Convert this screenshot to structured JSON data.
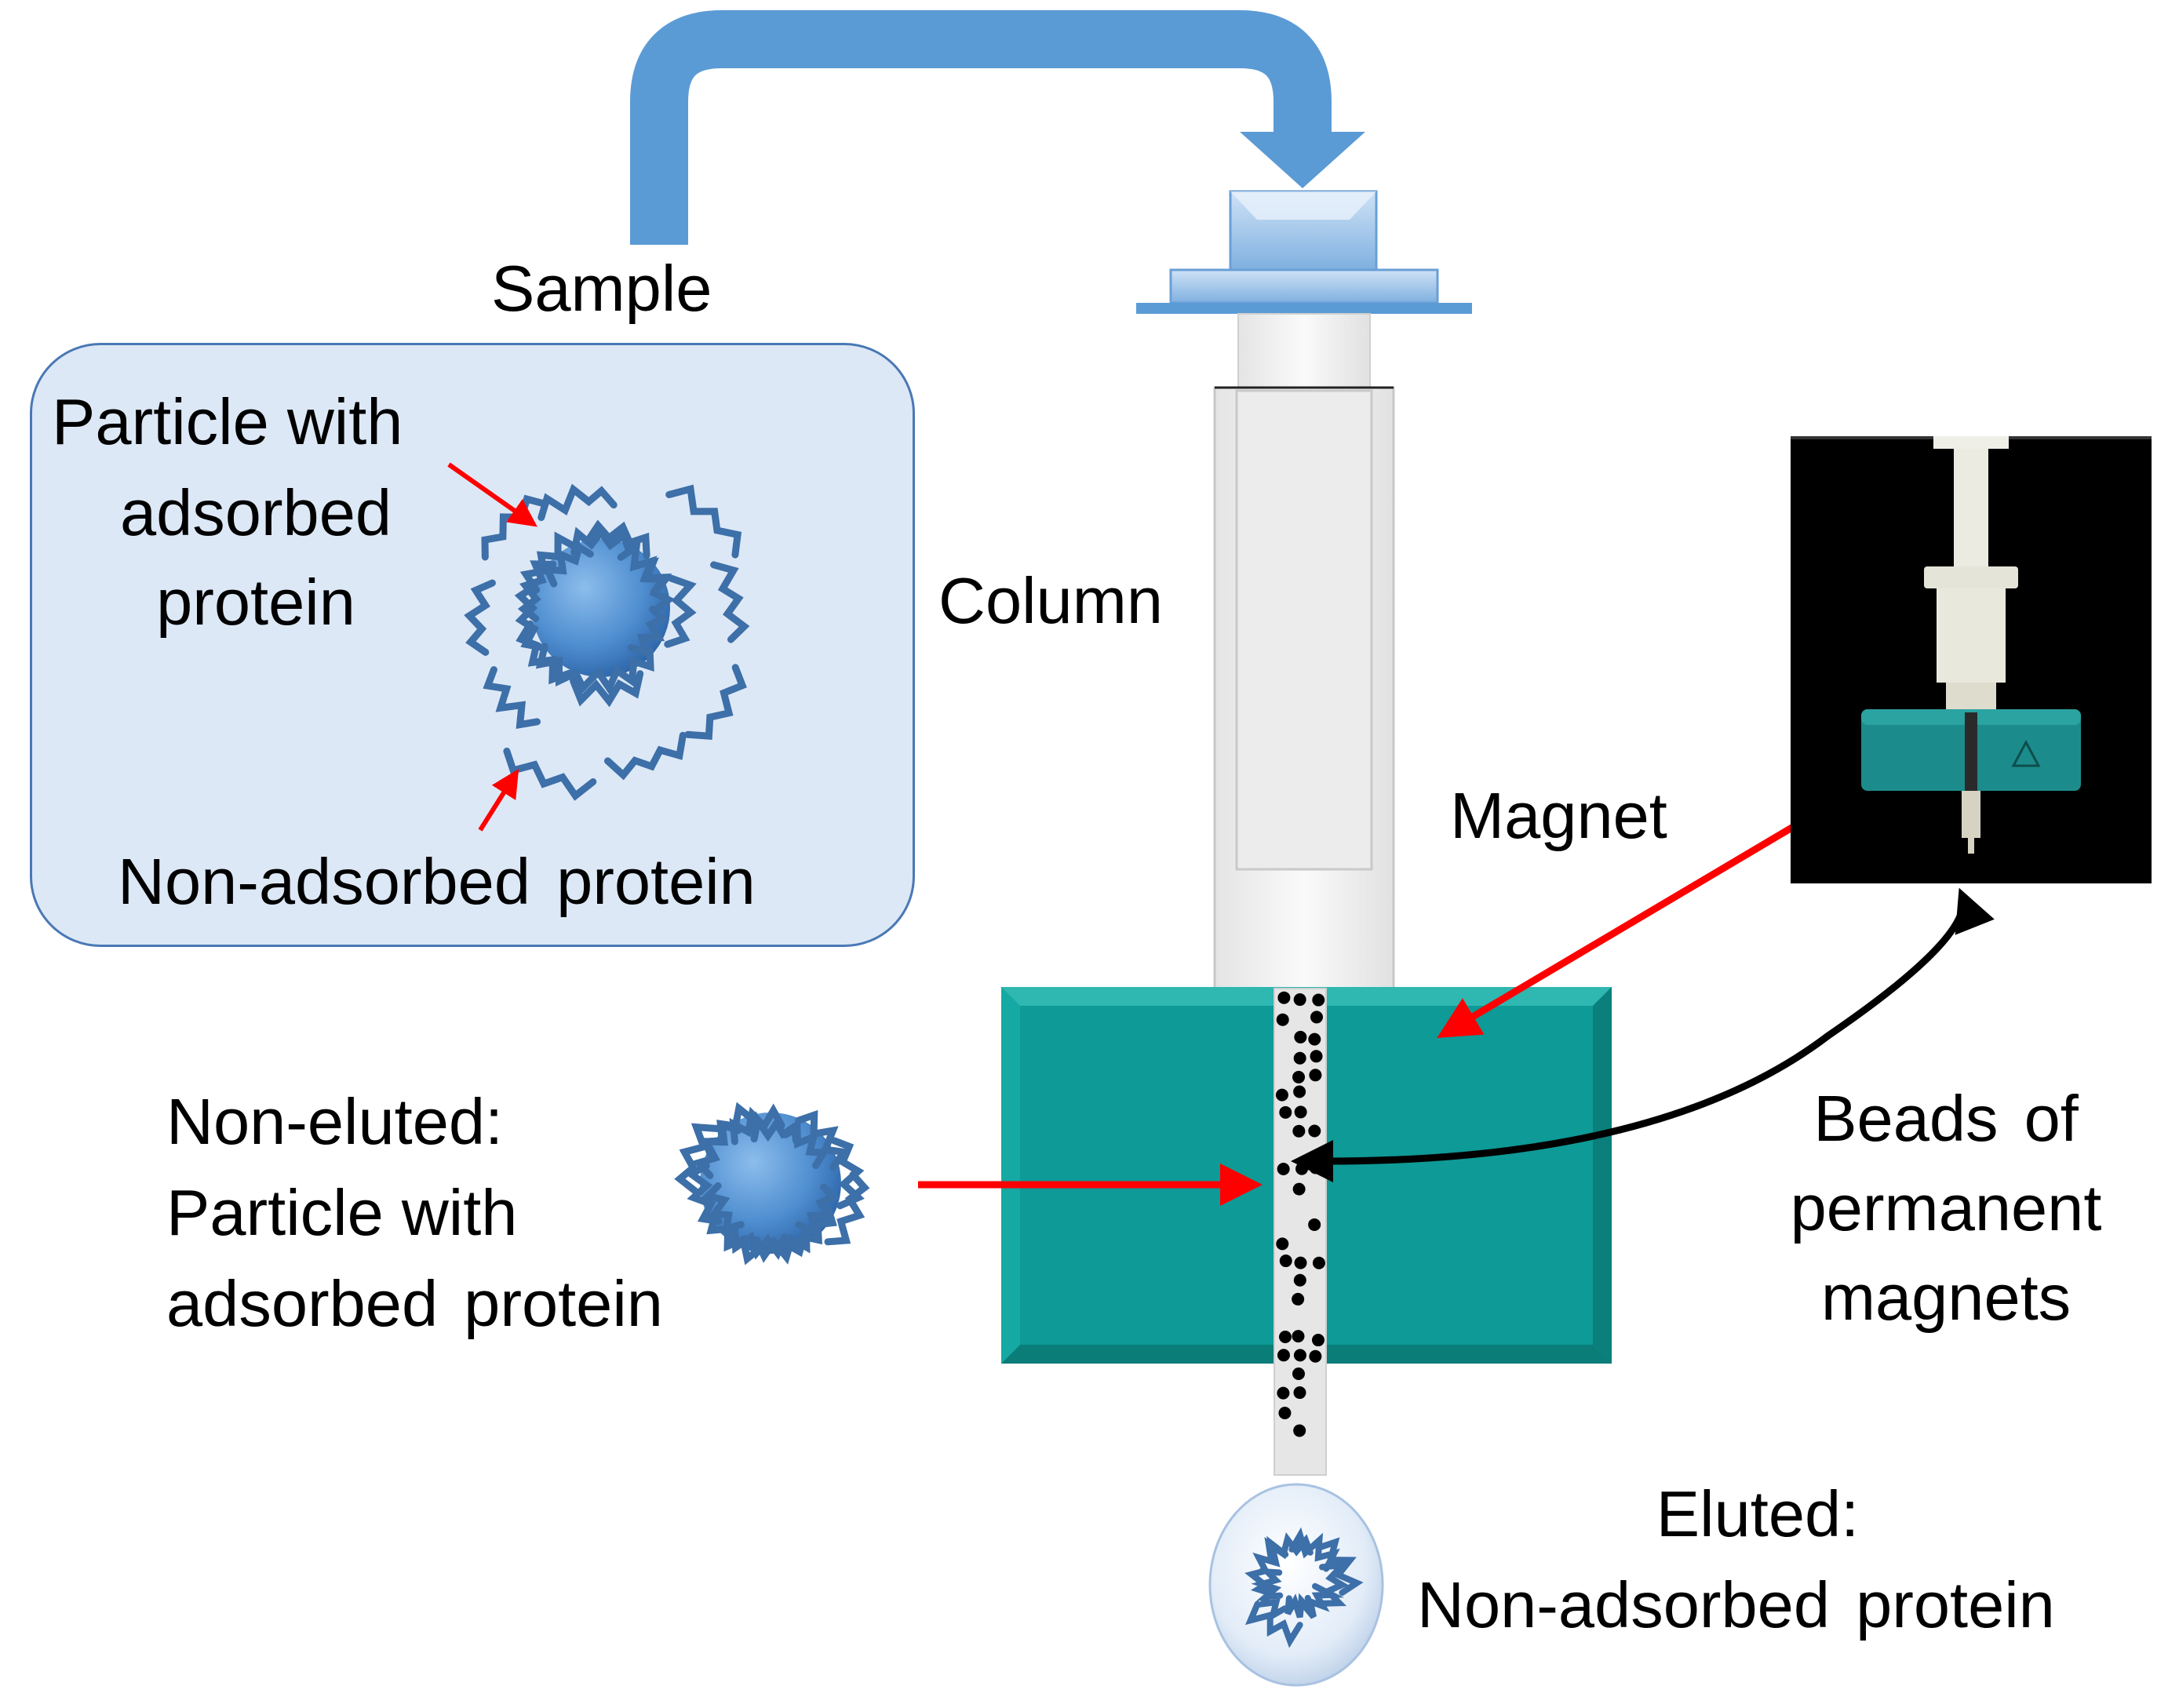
{
  "labels": {
    "sample": "Sample",
    "column": "Column",
    "magnet": "Magnet",
    "inset_particle": [
      "Particle with",
      "adsorbed",
      "protein"
    ],
    "inset_nonadsorbed": "Non-adsorbed protein",
    "non_eluted": [
      "Non-eluted:",
      "Particle with",
      "adsorbed protein"
    ],
    "beads": [
      "Beads of",
      "permanent",
      "magnets"
    ],
    "eluted": [
      "Eluted:",
      "Non-adsorbed protein"
    ]
  },
  "colors": {
    "sample_arrow": "#5b9bd5",
    "magnet_block": "#0e9a96",
    "inset_fill": "#dde8f6",
    "inset_border": "#4a78b5",
    "particle": "#4f8ed0",
    "protein_strand": "#3d6fa8",
    "pointer_red": "#ff0000",
    "pointer_black": "#000000"
  },
  "icons": {
    "photo": "magnetic-separator-photo-icon"
  }
}
